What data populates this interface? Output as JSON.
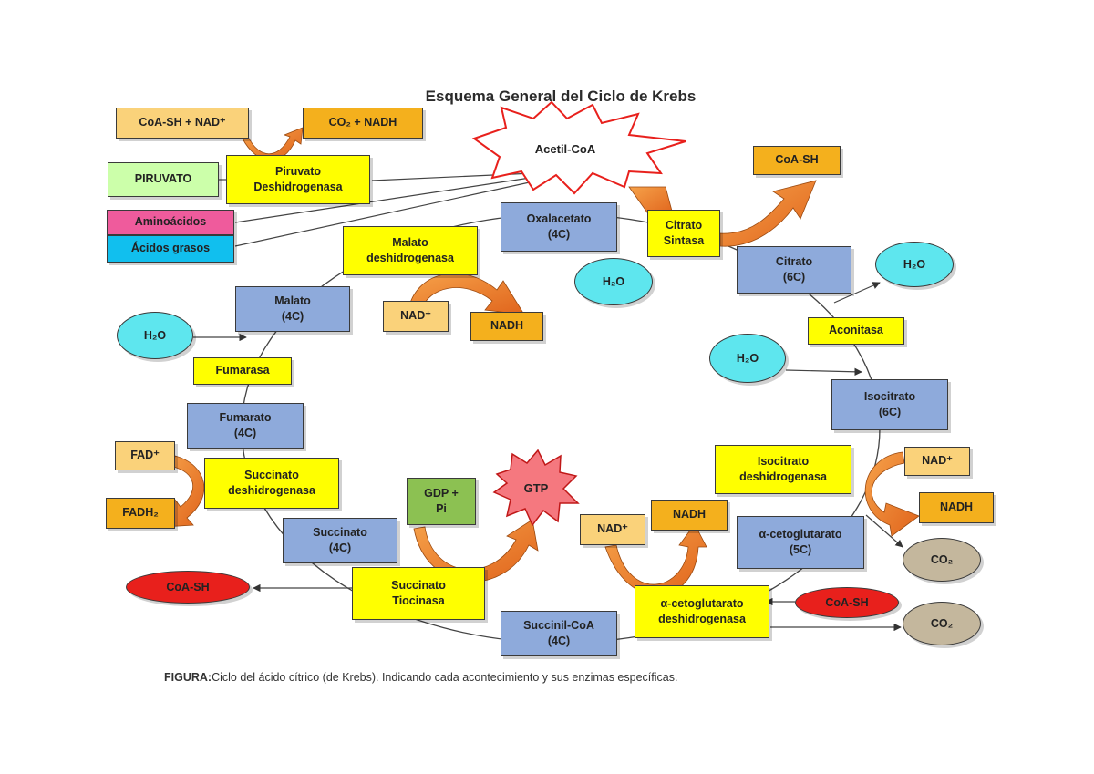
{
  "title": "Esquema General del Ciclo de Krebs",
  "caption": {
    "label": "FIGURA:",
    "text": "Ciclo del ácido cítrico (de Krebs). Indicando cada acontecimiento y sus enzimas específicas."
  },
  "nodes": {
    "coash_nad": "CoA-SH + NAD⁺",
    "co2_nadh": "CO₂ + NADH",
    "piruvato": "PIRUVATO",
    "piruvato_dh": "Piruvato\nDeshidrogenasa",
    "aminoacidos": "Aminoácidos",
    "acidos_grasos": "Ácidos grasos",
    "acetil_coa": "Acetil-CoA",
    "coash_top": "CoA-SH",
    "oxalacetato": "Oxalacetato\n(4C)",
    "citrato_sintasa": "Citrato\nSintasa",
    "h2o_citrato": "H₂O",
    "citrato": "Citrato\n(6C)",
    "h2o_right": "H₂O",
    "aconitasa": "Aconitasa",
    "h2o_isocitrato": "H₂O",
    "isocitrato": "Isocitrato\n(6C)",
    "isocitrato_dh": "Isocitrato\ndeshidrogenasa",
    "nad_right": "NAD⁺",
    "nadh_right": "NADH",
    "co2_upper": "CO₂",
    "akg": "α-cetoglutarato\n(5C)",
    "coash_right": "CoA-SH",
    "co2_lower": "CO₂",
    "akg_dh": "α-cetoglutarato\ndeshidrogenasa",
    "nad_akg": "NAD⁺",
    "nadh_akg": "NADH",
    "succinil_coa": "Succinil-CoA\n(4C)",
    "gtp": "GTP",
    "gdp_pi": "GDP +\nPi",
    "succinato_tiocinasa": "Succinato\nTiocinasa",
    "coash_left": "CoA-SH",
    "succinato": "Succinato\n(4C)",
    "succinato_dh": "Succinato\ndeshidrogenasa",
    "fad": "FAD⁺",
    "fadh2": "FADH₂",
    "fumarato": "Fumarato\n(4C)",
    "fumarasa": "Fumarasa",
    "h2o_left": "H₂O",
    "malato": "Malato\n(4C)",
    "malato_dh": "Malato\ndeshidrogenasa",
    "nad_malato": "NAD⁺",
    "nadh_malato": "NADH"
  }
}
